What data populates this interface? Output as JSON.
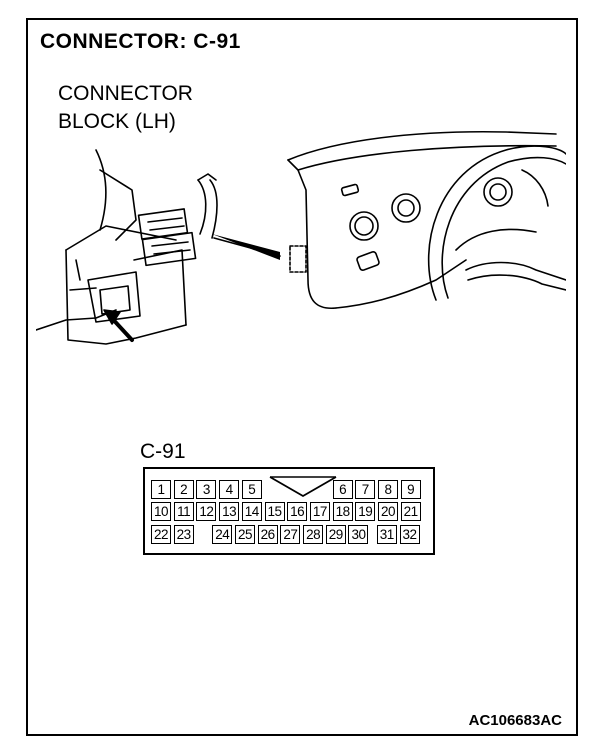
{
  "title": "CONNECTOR: C-91",
  "block_label": [
    "CONNECTOR",
    "BLOCK (LH)"
  ],
  "connector_label": "C-91",
  "ref_code": "AC106683AC",
  "pins": {
    "row1": [
      "1",
      "2",
      "3",
      "4",
      "5",
      "6",
      "7",
      "8",
      "9"
    ],
    "row2": [
      "10",
      "11",
      "12",
      "13",
      "14",
      "15",
      "16",
      "17",
      "18",
      "19",
      "20",
      "21"
    ],
    "row3": [
      "22",
      "23",
      "24",
      "25",
      "26",
      "27",
      "28",
      "29",
      "30",
      "31",
      "32"
    ]
  }
}
